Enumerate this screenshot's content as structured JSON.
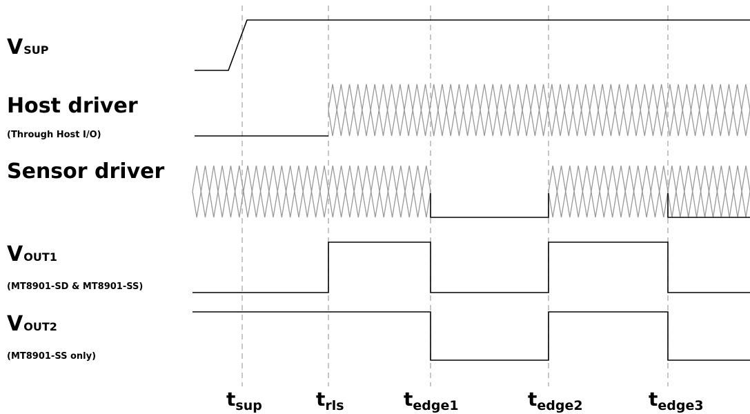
{
  "signals": {
    "vsup": {
      "main": "V",
      "sub": "SUP"
    },
    "host": {
      "main": "Host driver",
      "note": "(Through Host I/O)"
    },
    "sensor": {
      "main": "Sensor driver"
    },
    "vout1": {
      "main": "V",
      "sub": "OUT1",
      "note": "(MT8901-SD & MT8901-SS)"
    },
    "vout2": {
      "main": "V",
      "sub": "OUT2",
      "note": "(MT8901-SS only)"
    }
  },
  "time_markers": [
    {
      "main": "t",
      "sub": "sup"
    },
    {
      "main": "t",
      "sub": "rls"
    },
    {
      "main": "t",
      "sub": "edge1"
    },
    {
      "main": "t",
      "sub": "edge2"
    },
    {
      "main": "t",
      "sub": "edge3"
    }
  ],
  "colors": {
    "wave": "#000000",
    "hatch": "#999999",
    "guide": "#b3b3b3"
  }
}
